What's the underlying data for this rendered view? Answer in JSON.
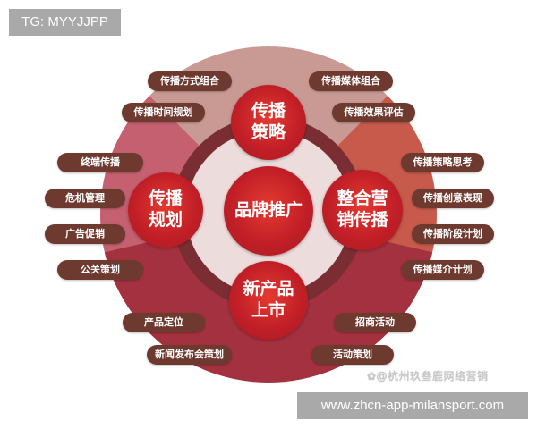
{
  "overlay": {
    "tag_label": "TG: MYYJJPP",
    "site_label": "www.zhcn-app-milansport.com",
    "watermark": "✿@杭州玖叁鹿网络营销"
  },
  "diagram": {
    "center": {
      "label": "品牌推广"
    },
    "nodes": {
      "top": {
        "line1": "传播",
        "line2": "策略"
      },
      "left": {
        "line1": "传播",
        "line2": "规划"
      },
      "right": {
        "line1": "整合营",
        "line2": "销传播"
      },
      "bottom": {
        "line1": "新产品",
        "line2": "上市"
      }
    },
    "pills": {
      "top": [
        "传播方式组合",
        "传播时间规划",
        "传播媒体组合",
        "传播效果评估"
      ],
      "left": [
        "终端传播",
        "危机管理",
        "广告促销",
        "公关策划"
      ],
      "right": [
        "传播策略思考",
        "传播创意表现",
        "传播阶段计划",
        "传播媒介计划"
      ],
      "bottom": [
        "产品定位",
        "新闻发布会策划",
        "招商活动",
        "活动策划"
      ]
    },
    "colors": {
      "top_sector": "#c99a93",
      "left_sector": "#c4606f",
      "right_sector": "#c75a4a",
      "bottom_sector": "#a3313f",
      "ring": "#7a2e33",
      "inner_disc": "#ecdcdb",
      "pill": "#6e3a30",
      "node": "#c21f27"
    }
  }
}
